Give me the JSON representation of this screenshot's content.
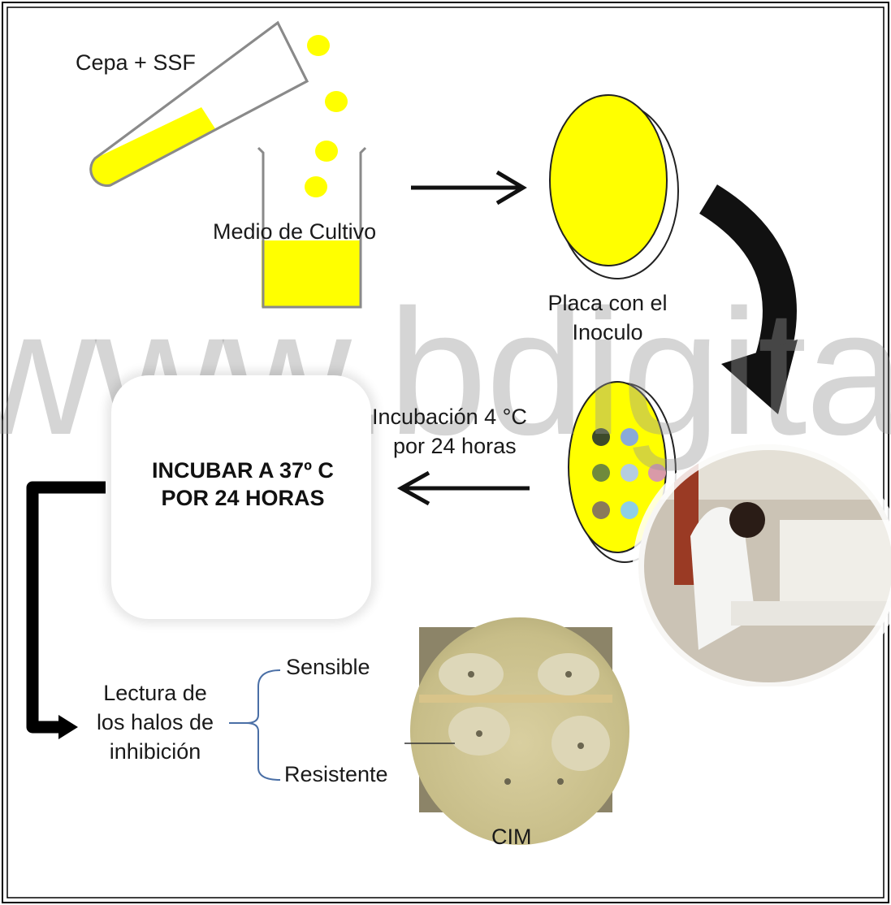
{
  "watermark": "www.bdigital.ula.ve",
  "labels": {
    "tube": "Cepa + SSF",
    "medium": "Medio de Cultivo",
    "plate_line1": "Placa con el",
    "plate_line2": "Inoculo",
    "incubation_line1": "Incubación  4  °C",
    "incubation_line2": "por 24 horas",
    "incubar_line1": "INCUBAR A 37º C",
    "incubar_line2": "POR 24 HORAS",
    "reading_line1": "Lectura de",
    "reading_line2": "los halos de",
    "reading_line3": "inhibición",
    "sensible": "Sensible",
    "resistente": "Resistente",
    "cim": "CIM"
  },
  "colors": {
    "yellow": "#ffff00",
    "disc_colors": [
      "#3d4a2a",
      "#8aaad8",
      "#6f8a3c",
      "#b5cde0",
      "#d99aa8",
      "#8a7a5a",
      "#8ecfe6"
    ]
  }
}
